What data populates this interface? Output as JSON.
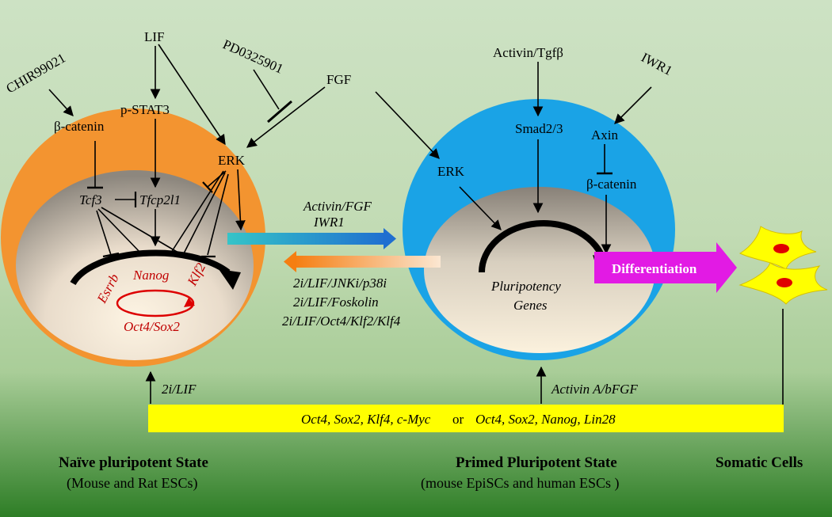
{
  "colors": {
    "background_top": "#c4dbb8",
    "background_bottom": "#2e7e26",
    "naive_outer": "#f39430",
    "primed_outer": "#1aa3e6",
    "reprogramming_bar": "#ffff00",
    "differentiation_arrow": "#e21ae4",
    "somatic_cell": "#ffff00",
    "nucleus": "#e00000",
    "core_network_text": "#c00000"
  },
  "naive": {
    "ligands": {
      "chir": "CHIR99021",
      "lif": "LIF",
      "pd": "PD0325901",
      "fgf": "FGF"
    },
    "beta_catenin": "β-catenin",
    "pstat3": "p-STAT3",
    "erk": "ERK",
    "tcf3": "Tcf3",
    "tfcp2l1": "Tfcp2l1",
    "esrrb": "Esrrb",
    "nanog": "Nanog",
    "klf2": "Klf2",
    "oct4sox2": "Oct4/Sox2"
  },
  "transitions": {
    "forward_line1": "Activin/FGF",
    "forward_line2": "IWR1",
    "reverse_line1": "2i/LIF/JNKi/p38i",
    "reverse_line2": "2i/LIF/Foskolin",
    "reverse_line3": "2i/LIF/Oct4/Klf2/Klf4"
  },
  "primed": {
    "activin": "Activin/Tgfβ",
    "iwr1": "IWR1",
    "smad": "Smad2/3",
    "axin": "Axin",
    "beta_catenin": "β-catenin",
    "erk": "ERK",
    "pluri_line1": "Pluripotency",
    "pluri_line2": "Genes"
  },
  "differentiation": "Differentiation",
  "reprogramming": {
    "to_naive": "2i/LIF",
    "to_primed": "Activin A/bFGF",
    "factors_a": "Oct4, Sox2, Klf4, c-Myc",
    "or": "or",
    "factors_b": "Oct4, Sox2, Nanog, Lin28"
  },
  "states": {
    "naive_title": "Naïve pluripotent State",
    "naive_sub": "(Mouse and Rat ESCs)",
    "primed_title": "Primed Pluripotent State",
    "primed_sub": "(mouse EpiSCs and human ESCs )",
    "somatic_title": "Somatic Cells"
  }
}
